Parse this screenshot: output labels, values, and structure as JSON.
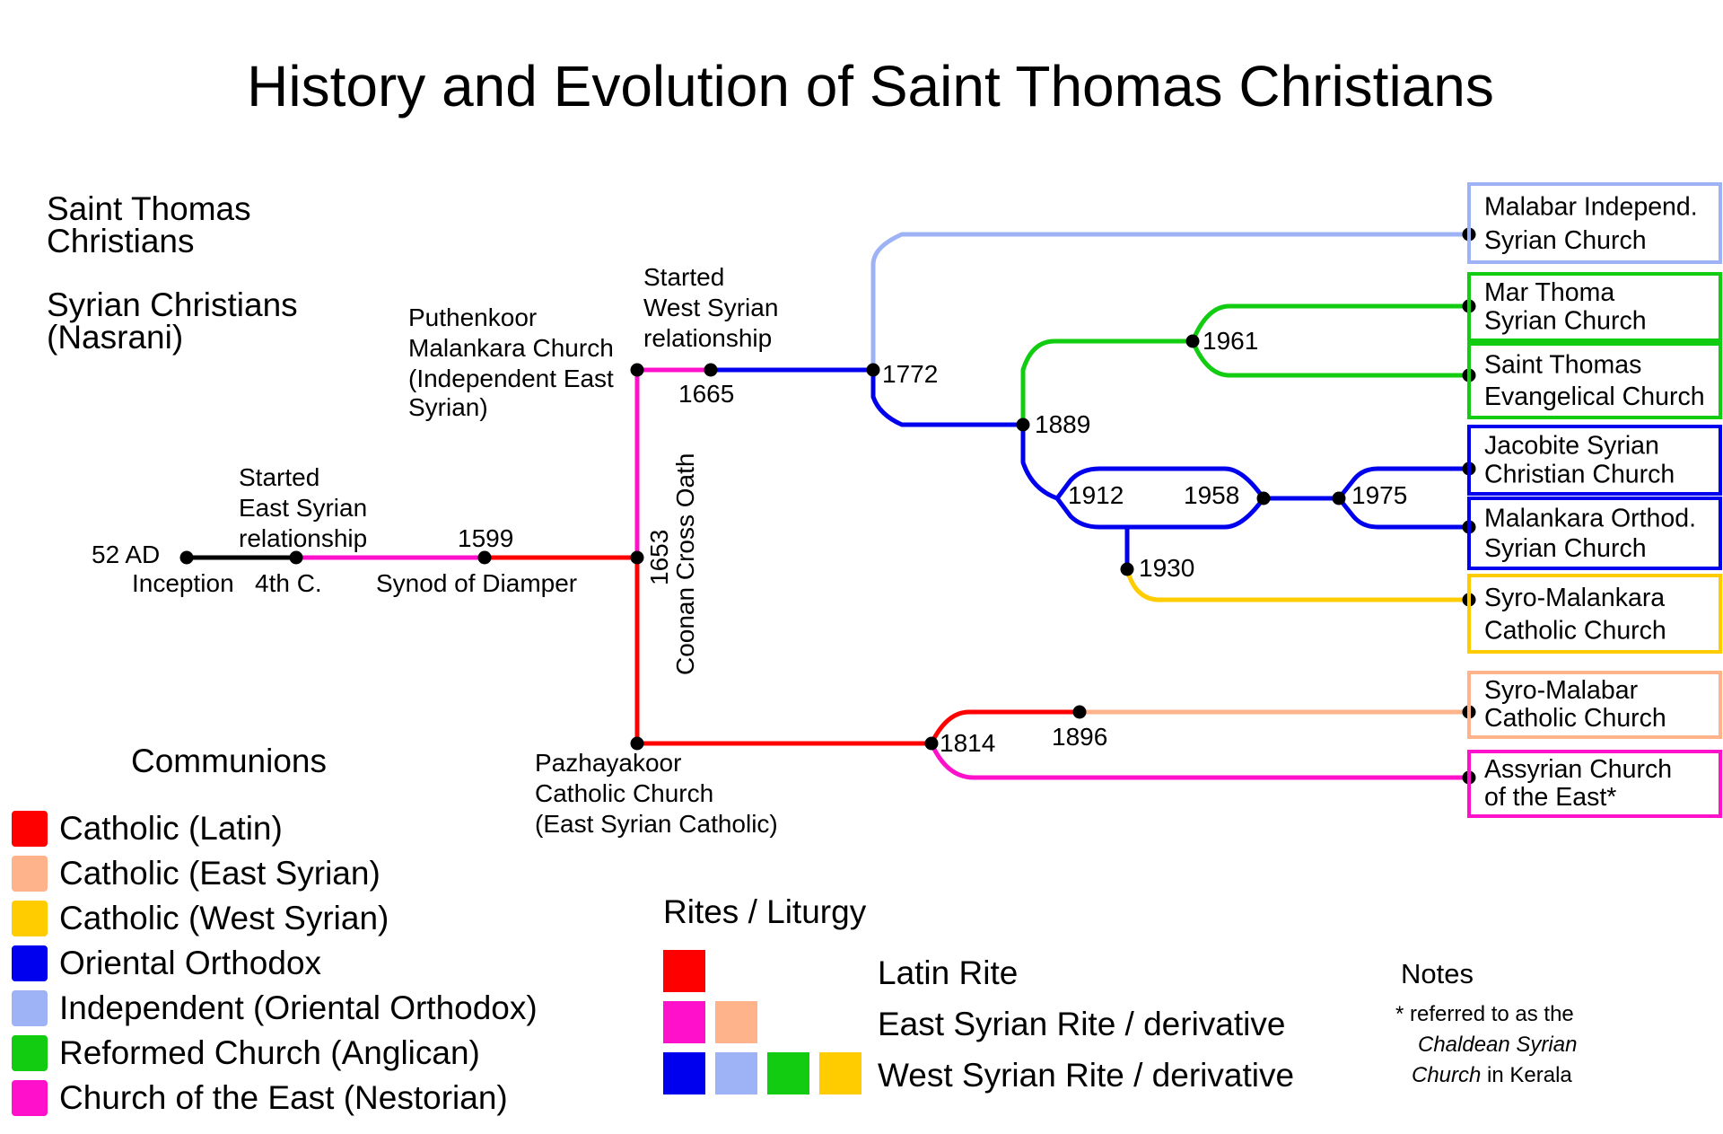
{
  "title": "History and Evolution of Saint Thomas Christians",
  "left_header": {
    "line1": "Saint Thomas",
    "line2": "Christians",
    "line3": "Syrian Christians",
    "line4": "(Nasrani)"
  },
  "timeline": {
    "inception_year": "52 AD",
    "inception_label": "Inception",
    "fourth_century": "4th C.",
    "east_syrian_start": [
      "Started",
      "East Syrian",
      "relationship"
    ],
    "synod_year": "1599",
    "synod_label": "Synod of Diamper",
    "puthenkoor": [
      "Puthenkoor",
      "Malankara Church",
      "(Independent East",
      "Syrian)"
    ],
    "west_syrian_start": [
      "Started",
      "West Syrian",
      "relationship"
    ],
    "year_1665": "1665",
    "year_1653": "1653",
    "coonan_oath": "Coonan Cross Oath",
    "pazhayakoor": [
      "Pazhayakoor",
      "Catholic Church",
      "(East Syrian Catholic)"
    ],
    "year_1772": "1772",
    "year_1889": "1889",
    "year_1961": "1961",
    "year_1912": "1912",
    "year_1958": "1958",
    "year_1975": "1975",
    "year_1930": "1930",
    "year_1814": "1814",
    "year_1896": "1896"
  },
  "churches": [
    {
      "line1": "Malabar Independ.",
      "line2": "Syrian Church",
      "color": "#9db3f5"
    },
    {
      "line1": "Mar Thoma",
      "line2": "Syrian Church",
      "color": "#11cc11"
    },
    {
      "line1": "Saint Thomas",
      "line2": "Evangelical Church",
      "color": "#11cc11"
    },
    {
      "line1": "Jacobite Syrian",
      "line2": "Christian Church",
      "color": "#0000ee"
    },
    {
      "line1": "Malankara Orthod.",
      "line2": "Syrian Church",
      "color": "#0000ee"
    },
    {
      "line1": "Syro-Malankara",
      "line2": "Catholic Church",
      "color": "#ffcc00"
    },
    {
      "line1": "Syro-Malabar",
      "line2": "Catholic Church",
      "color": "#ffb38a"
    },
    {
      "line1": "Assyrian Church",
      "line2": "of the East*",
      "color": "#ff11cc"
    }
  ],
  "communions": {
    "heading": "Communions",
    "items": [
      {
        "label": "Catholic (Latin)",
        "color": "#ff0000"
      },
      {
        "label": "Catholic (East Syrian)",
        "color": "#ffb38a"
      },
      {
        "label": "Catholic (West Syrian)",
        "color": "#ffcc00"
      },
      {
        "label": "Oriental Orthodox",
        "color": "#0000ee"
      },
      {
        "label": "Independent (Oriental Orthodox)",
        "color": "#9db3f5"
      },
      {
        "label": "Reformed Church (Anglican)",
        "color": "#11cc11"
      },
      {
        "label": "Church of the East (Nestorian)",
        "color": "#ff11cc"
      }
    ]
  },
  "rites": {
    "heading": "Rites / Liturgy",
    "items": [
      {
        "label": "Latin Rite",
        "colors": [
          "#ff0000"
        ]
      },
      {
        "label": "East Syrian Rite / derivative",
        "colors": [
          "#ff11cc",
          "#ffb38a"
        ]
      },
      {
        "label": "West Syrian Rite / derivative",
        "colors": [
          "#0000ee",
          "#9db3f5",
          "#11cc11",
          "#ffcc00"
        ]
      }
    ]
  },
  "notes": {
    "heading": "Notes",
    "line1": "* referred to as the",
    "line2_italic": "Chaldean Syrian",
    "line3_italic": "Church",
    "line3_rest": " in Kerala"
  }
}
